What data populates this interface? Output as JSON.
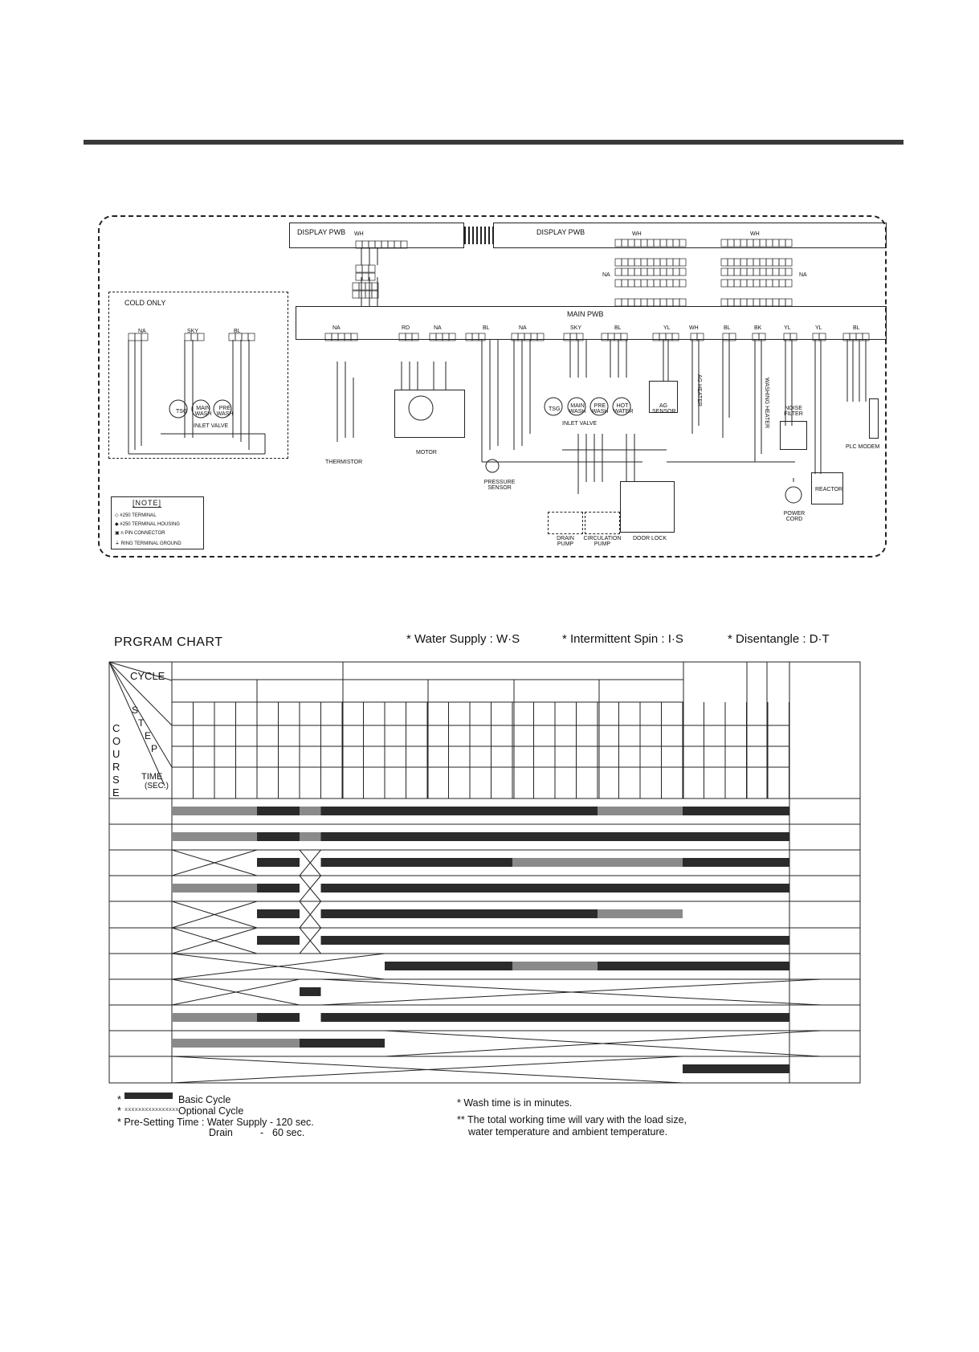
{
  "schematic": {
    "display_left": "DISPLAY PWB",
    "display_right": "DISPLAY PWB",
    "main_pwb": "MAIN PWB",
    "cold_only": "COLD ONLY",
    "inlet_valve_left": "INLET VALVE",
    "inlet_valve_right": "INLET VALVE",
    "thermistor": "THERMISTOR",
    "motor": "MOTOR",
    "pressure_sensor": "PRESSURE SENSOR",
    "ag_sensor": "AG SENSOR",
    "drain_pump": "DRAIN PUMP",
    "circulation_pump": "CIRCULATION PUMP",
    "door_lock": "DOOR LOCK",
    "power_cord": "POWER CORD",
    "noise_filter": "NOISE FILTER",
    "reactor": "REACTOR",
    "plc_modem": "PLC MODEM",
    "ag_heater": "AG HEATER",
    "washing_heater": "WASHING HEATER",
    "valve_tsg": "TSG",
    "valve_main": "MAIN WASH",
    "valve_pre": "PRE WASH",
    "valve_hot": "HOT WATER",
    "conn_wh": "WH",
    "conn_na": "NA",
    "conn_sky": "SKY",
    "conn_bl": "BL",
    "conn_rd": "RD",
    "conn_yl": "YL",
    "conn_bk": "BK"
  },
  "note": {
    "title": "[NOTE]",
    "rows": [
      "#250 TERMINAL",
      "#250 TERMINAL HOUSING",
      "n PIN CONNECTOR",
      "RING TERMINAL GROUND"
    ]
  },
  "chart": {
    "title": "PRGRAM  CHART",
    "ws": "* Water Supply : W·S",
    "is": "* Intermittent Spin : I·S",
    "dt": "* Disentangle : D·T",
    "cycle": "CYCLE",
    "step": [
      "S",
      "T",
      "E",
      "P"
    ],
    "course": [
      "C",
      "O",
      "U",
      "R",
      "S",
      "E"
    ],
    "time": "TIME",
    "sec": "(SEC.)"
  },
  "footer": {
    "basic_mark": "*",
    "basic": "Basic Cycle",
    "optional_mark": "*",
    "optional_pattern": "xxxxxxxxxxxxxxxx",
    "optional": "Optional Cycle",
    "preset": "* Pre-Setting Time : Water Supply - 120 sec.",
    "drain": "Drain",
    "drain_dash": "-",
    "drain_time": "60 sec.",
    "wash_time": "* Wash time is in minutes.",
    "total_1": "** The total working time will vary with the load size,",
    "total_2": "water temperature and ambient temperature."
  },
  "colors": {
    "basic": "#2b2b2b",
    "optional": "#8a8a8a",
    "line": "#222222"
  }
}
